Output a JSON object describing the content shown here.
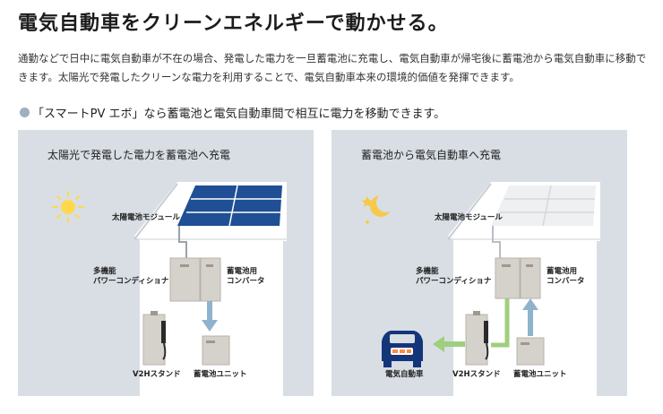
{
  "page": {
    "title": "電気自動車をクリーンエネルギーで動かせる。",
    "description": "通勤などで日中に電気自動車が不在の場合、発電した電力を一旦蓄電池に充電し、電気自動車が帰宅後に蓄電池から電気自動車に移動できます。太陽光で発電したクリーンな電力を利用することで、電気自動車本来の環境的価値を発揮できます。",
    "bullet": "「スマートPV エボ」なら蓄電池と電気自動車間で相互に電力を移動できます。"
  },
  "panels": [
    {
      "title": "太陽光で発電した電力を蓄電池へ充電",
      "labels": {
        "solar_module": "太陽電池モジュール",
        "power_conditioner": "多機能\nパワーコンディショナ",
        "battery_converter": "蓄電池用\nコンバータ",
        "v2h_stand": "V2Hスタンド",
        "battery_unit": "蓄電池ユニット"
      }
    },
    {
      "title": "蓄電池から電気自動車へ充電",
      "labels": {
        "solar_module": "太陽電池モジュール",
        "power_conditioner": "多機能\nパワーコンディショナ",
        "battery_converter": "蓄電池用\nコンバータ",
        "v2h_stand": "V2Hスタンド",
        "battery_unit": "蓄電池ユニット",
        "ev": "電気自動車"
      }
    }
  ],
  "colors": {
    "panel_bg": "#d8dee4",
    "solar_active": "#1f4f94",
    "solar_inactive": "#eef0f2",
    "arrow_blue": "#8fb3cc",
    "arrow_green": "#9fcf7e",
    "sun": "#ffd94a",
    "moon": "#f7c948",
    "car": "#13357a"
  }
}
